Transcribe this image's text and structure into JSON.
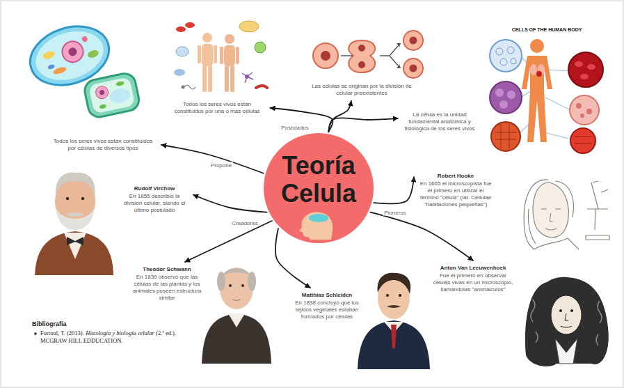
{
  "diagram": {
    "nodes": [
      {
        "text": [
          "Teoría Celula"
        ]
      },
      {
        "text": [
          "Todos los seres vivos están constituidos por una o más células"
        ]
      },
      {
        "text": [
          "Las células se originan por la división de celular preexistentes"
        ]
      },
      {
        "text": [
          "La célula es la unidad fundamental anatómica y fisiológica de los seres vivos"
        ]
      },
      {
        "text": [
          "Todos los seres vivos están constituidos por células de diversos tipos"
        ]
      },
      {
        "text": [
          "Rudolf Virchow",
          "En 1855 describió la división celular, siendo el último postulado"
        ]
      },
      {
        "text": [
          "Theodor Schwann",
          "En 1839 observó que las células de las plantas y los animales poseen estructura similar"
        ]
      },
      {
        "text": [
          "Matthias Schleiden",
          "En 1838 concluyó que los tejidos vegetales estaban formados por células"
        ]
      },
      {
        "text": [
          "Robert Hooke",
          "En 1665 el microscopista fue el primero en utilizar el término \"célula\" (lat. Cellulae \"habitaciones pequeñas\")"
        ]
      },
      {
        "text": [
          "Anton Van Leeuwenhoek",
          "Fue el primero en observar células vivas en un microscopio, llamándolas \"animálculos\""
        ]
      }
    ],
    "edges": [
      {
        "from": 0,
        "to": 1,
        "arrow": "to"
      },
      {
        "from": 0,
        "to": 2,
        "label": "Postulados",
        "arrow": "to"
      },
      {
        "from": 0,
        "to": 3,
        "arrow": "to"
      },
      {
        "from": 0,
        "to": 4,
        "label": "Propone",
        "arrow": "to"
      },
      {
        "from": 0,
        "to": 5,
        "arrow": "to"
      },
      {
        "from": 0,
        "to": 6,
        "label": "Creadores",
        "arrow": "to"
      },
      {
        "from": 0,
        "to": 7,
        "arrow": "to"
      },
      {
        "from": 0,
        "to": 8,
        "label": "Pioneros",
        "arrow": "to"
      },
      {
        "from": 0,
        "to": 9,
        "arrow": "to"
      }
    ],
    "labels": [
      "CELLS OF THE HUMAN BODY",
      "Bibliografía",
      "Fortoul, T. (2013).",
      "Histología y biología celular",
      "(2.ª ed.). MCGRAW HILL EDDUCATION."
    ]
  }
}
